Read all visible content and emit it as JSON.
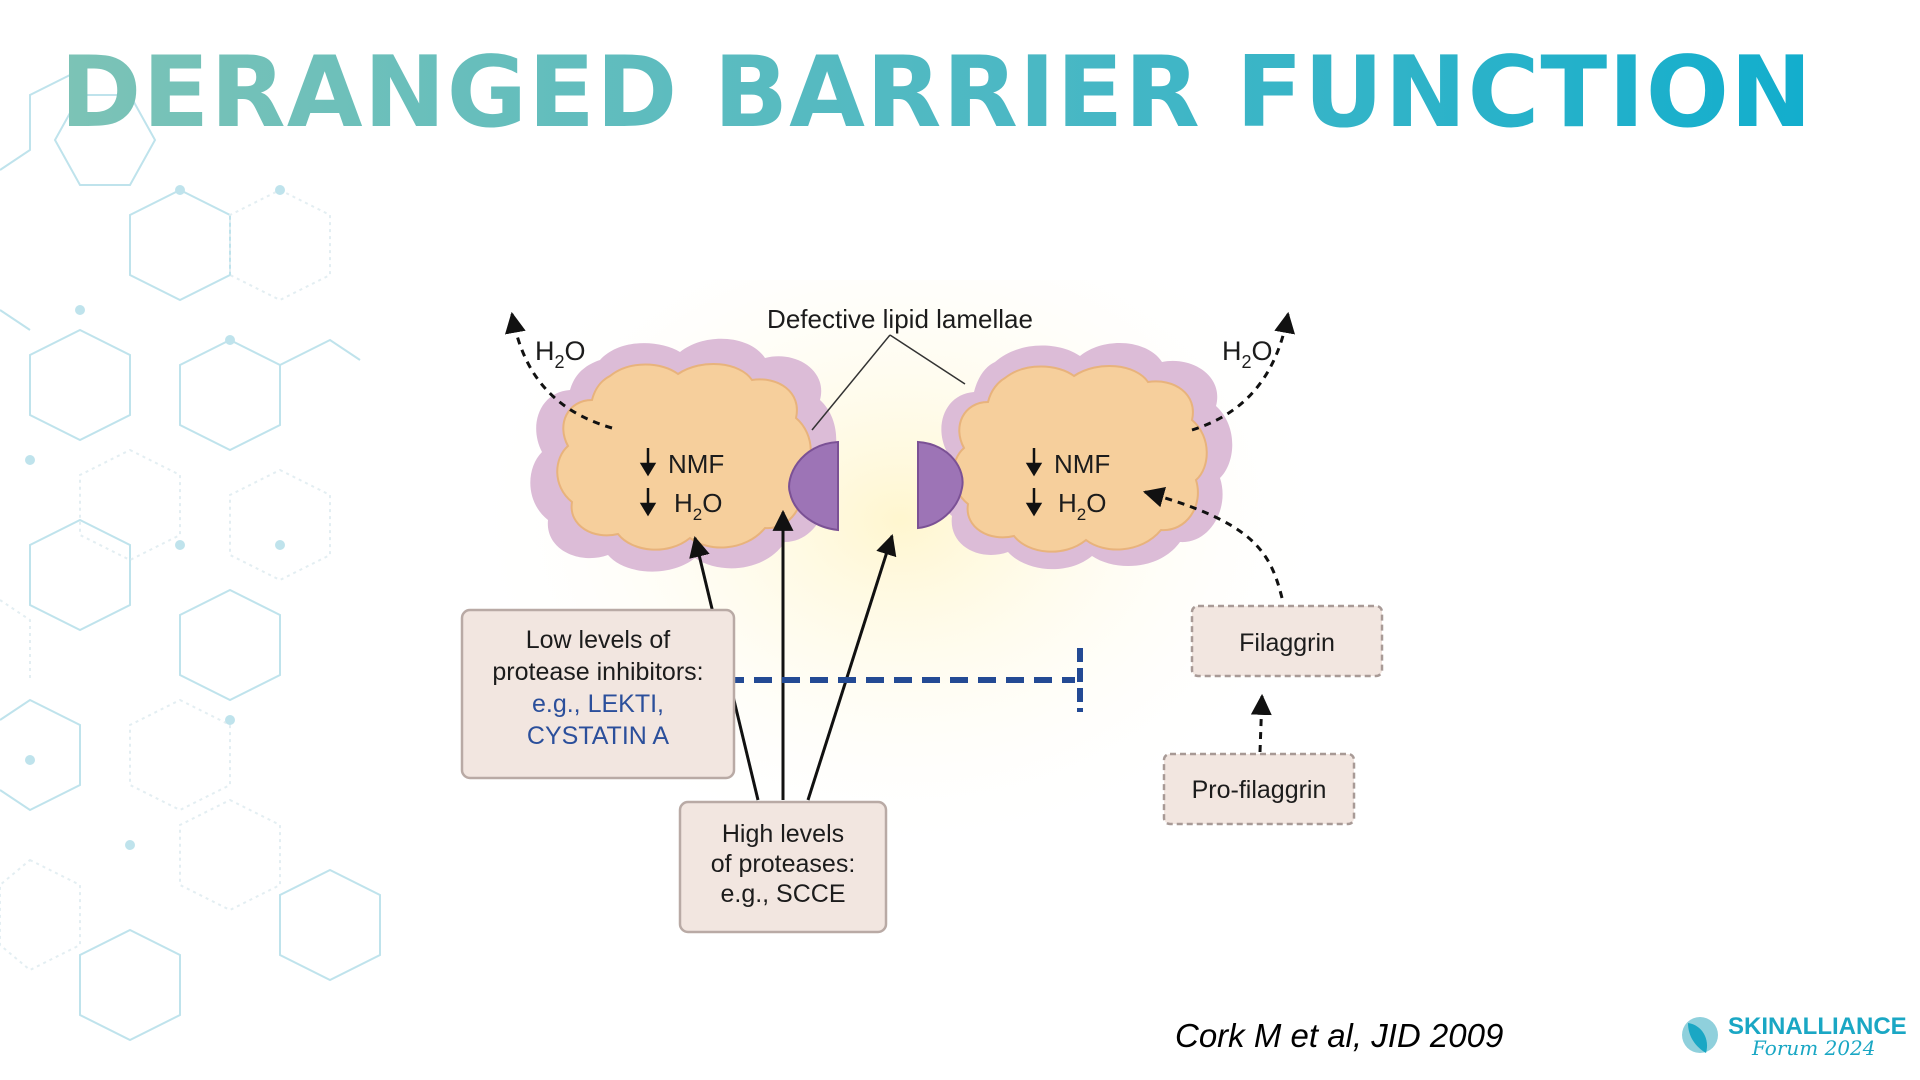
{
  "slide": {
    "title": "DERANGED BARRIER FUNCTION",
    "citation": "Cork M et al, JID 2009"
  },
  "diagram": {
    "top_label": "Defective lipid lamellae",
    "water_left": {
      "base": "H",
      "sub": "2",
      "tail": "O"
    },
    "water_right": {
      "base": "H",
      "sub": "2",
      "tail": "O"
    },
    "left_cell": {
      "nmf": "NMF",
      "water": {
        "base": "H",
        "sub": "2",
        "tail": "O"
      }
    },
    "right_cell": {
      "nmf": "NMF",
      "water": {
        "base": "H",
        "sub": "2",
        "tail": "O"
      }
    },
    "inhibitors_box": {
      "line1": "Low levels of",
      "line2": "protease inhibitors:",
      "line3": "e.g., LEKTI,",
      "line4": "CYSTATIN A"
    },
    "proteases_box": {
      "line1": "High levels",
      "line2": "of proteases:",
      "line3": "e.g., SCCE"
    },
    "filaggrin_box": "Filaggrin",
    "profilaggrin_box": "Pro-filaggrin"
  },
  "logo": {
    "name": "SKINALLIANCE",
    "sub": "Forum 2024"
  },
  "colors": {
    "title_gradient": [
      "#7cc3b6",
      "#12aecd"
    ],
    "cell_fill": "#f6cf9c",
    "cell_halo": "#dcbcd7",
    "lamella": "#9d74b6",
    "inhibitor_blue": "#2b4f9b",
    "logo": "#1aa7c4"
  }
}
